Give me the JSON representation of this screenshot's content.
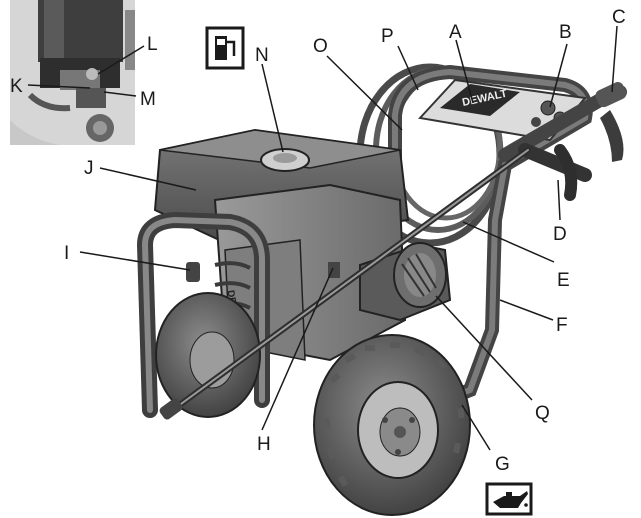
{
  "figure": {
    "labels": {
      "A": "A",
      "B": "B",
      "C": "C",
      "D": "D",
      "E": "E",
      "F": "F",
      "G": "G",
      "H": "H",
      "I": "I",
      "J": "J",
      "K": "K",
      "L": "L",
      "M": "M",
      "N": "N",
      "O": "O",
      "P": "P",
      "Q": "Q"
    },
    "panel_brand": "DEWALT",
    "engine_brand": "DEWALT"
  },
  "colors": {
    "line": "#1a1a1a",
    "dark": "#3a3a3a",
    "mid": "#6e6e6e",
    "light": "#a9a9a9",
    "pale": "#d2d2d2"
  },
  "icons": [
    "fuel-pump-icon",
    "oil-can-icon"
  ]
}
